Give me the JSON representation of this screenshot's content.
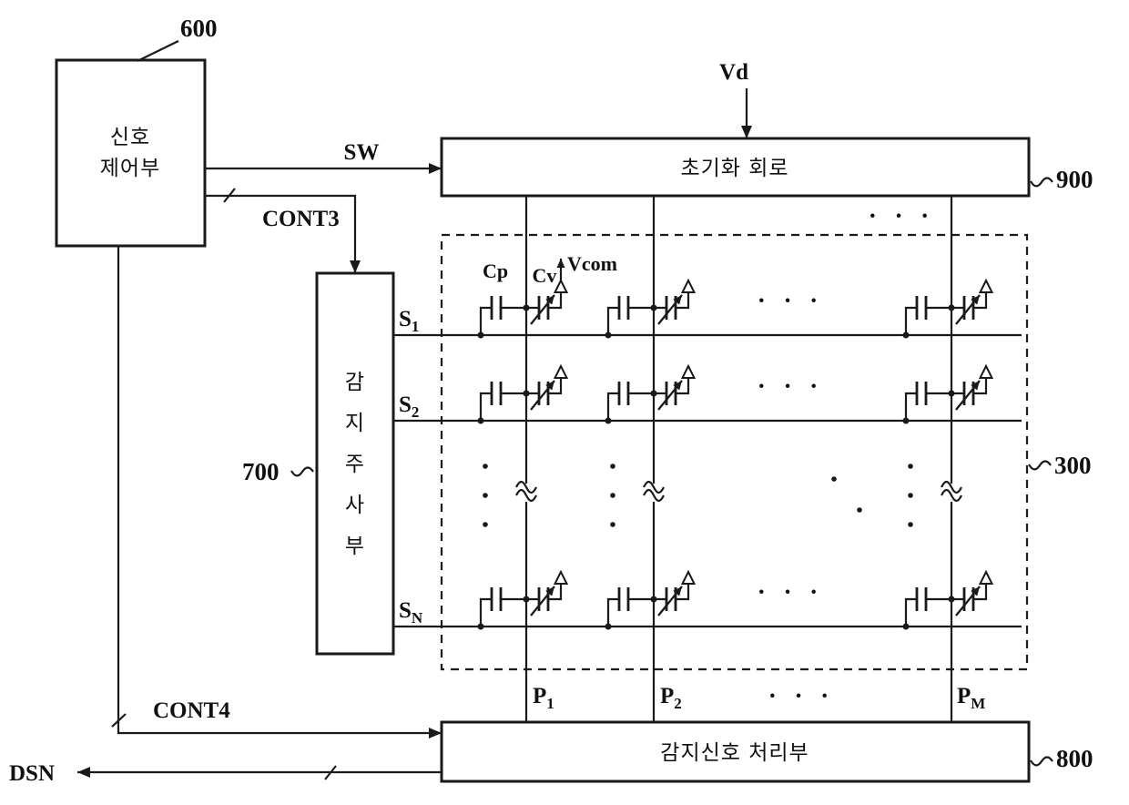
{
  "figure": {
    "blocks": {
      "controller": {
        "line1": "신호",
        "line2": "제어부",
        "ref": "600"
      },
      "init": {
        "label": "초기화 회로",
        "ref": "900"
      },
      "scan": {
        "char1": "감",
        "char2": "지",
        "char3": "주",
        "char4": "사",
        "char5": "부",
        "ref": "700"
      },
      "panel": {
        "ref": "300"
      },
      "processor": {
        "label": "감지신호 처리부",
        "ref": "800"
      }
    },
    "signals": {
      "sw": "SW",
      "cont3": "CONT3",
      "cont4": "CONT4",
      "dsn": "DSN",
      "vd": "Vd",
      "vcom": "Vcom",
      "cp": "Cp",
      "cv": "Cv"
    },
    "lines": {
      "s1_base": "S",
      "s1_sub": "1",
      "s2_base": "S",
      "s2_sub": "2",
      "sn_base": "S",
      "sn_sub": "N",
      "p1_base": "P",
      "p1_sub": "1",
      "p2_base": "P",
      "p2_sub": "2",
      "pm_base": "P",
      "pm_sub": "M"
    },
    "ellipsis_h": "· · ·"
  }
}
